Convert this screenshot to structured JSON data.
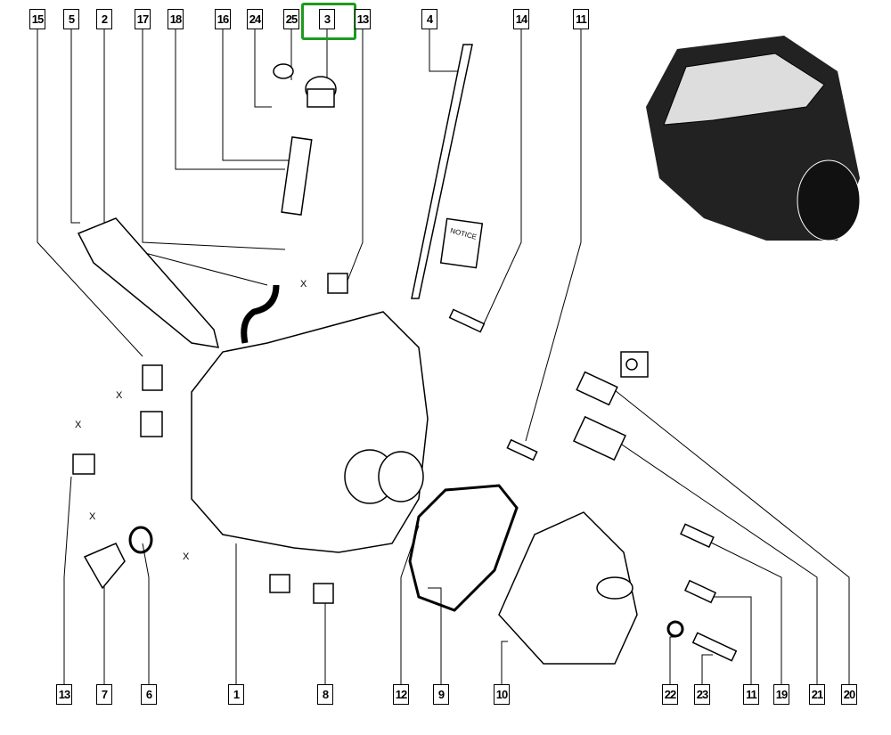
{
  "diagram": {
    "highlighted_part": "3",
    "highlight_color": "#1e9a1e",
    "top_callouts": [
      "15",
      "5",
      "2",
      "17",
      "18",
      "16",
      "24",
      "25",
      "3",
      "13",
      "4",
      "14",
      "11"
    ],
    "bottom_callouts": [
      "13",
      "7",
      "6",
      "1",
      "8",
      "12",
      "9",
      "10",
      "22",
      "23",
      "11",
      "19",
      "21",
      "20"
    ],
    "booklet_text": "NOTICE",
    "axis_marker": "X"
  }
}
